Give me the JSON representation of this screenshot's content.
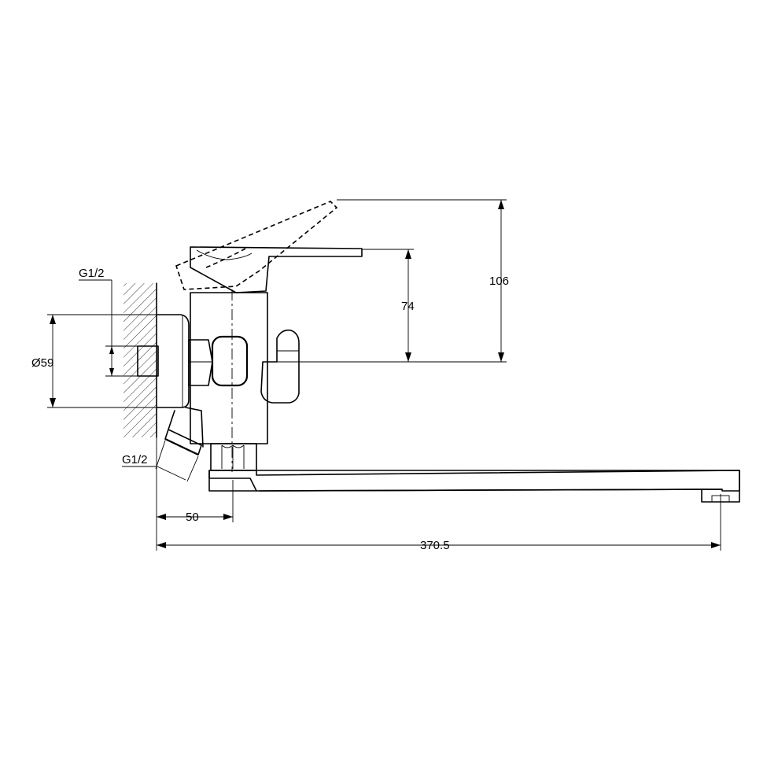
{
  "drawing": {
    "dimensions": {
      "height_handle_raised": "106",
      "height_handle": "74",
      "flange_diameter": "Ø59",
      "thread_top": "G1/2",
      "thread_bottom": "G1/2",
      "depth_body": "50",
      "spout_reach": "370.5"
    }
  }
}
